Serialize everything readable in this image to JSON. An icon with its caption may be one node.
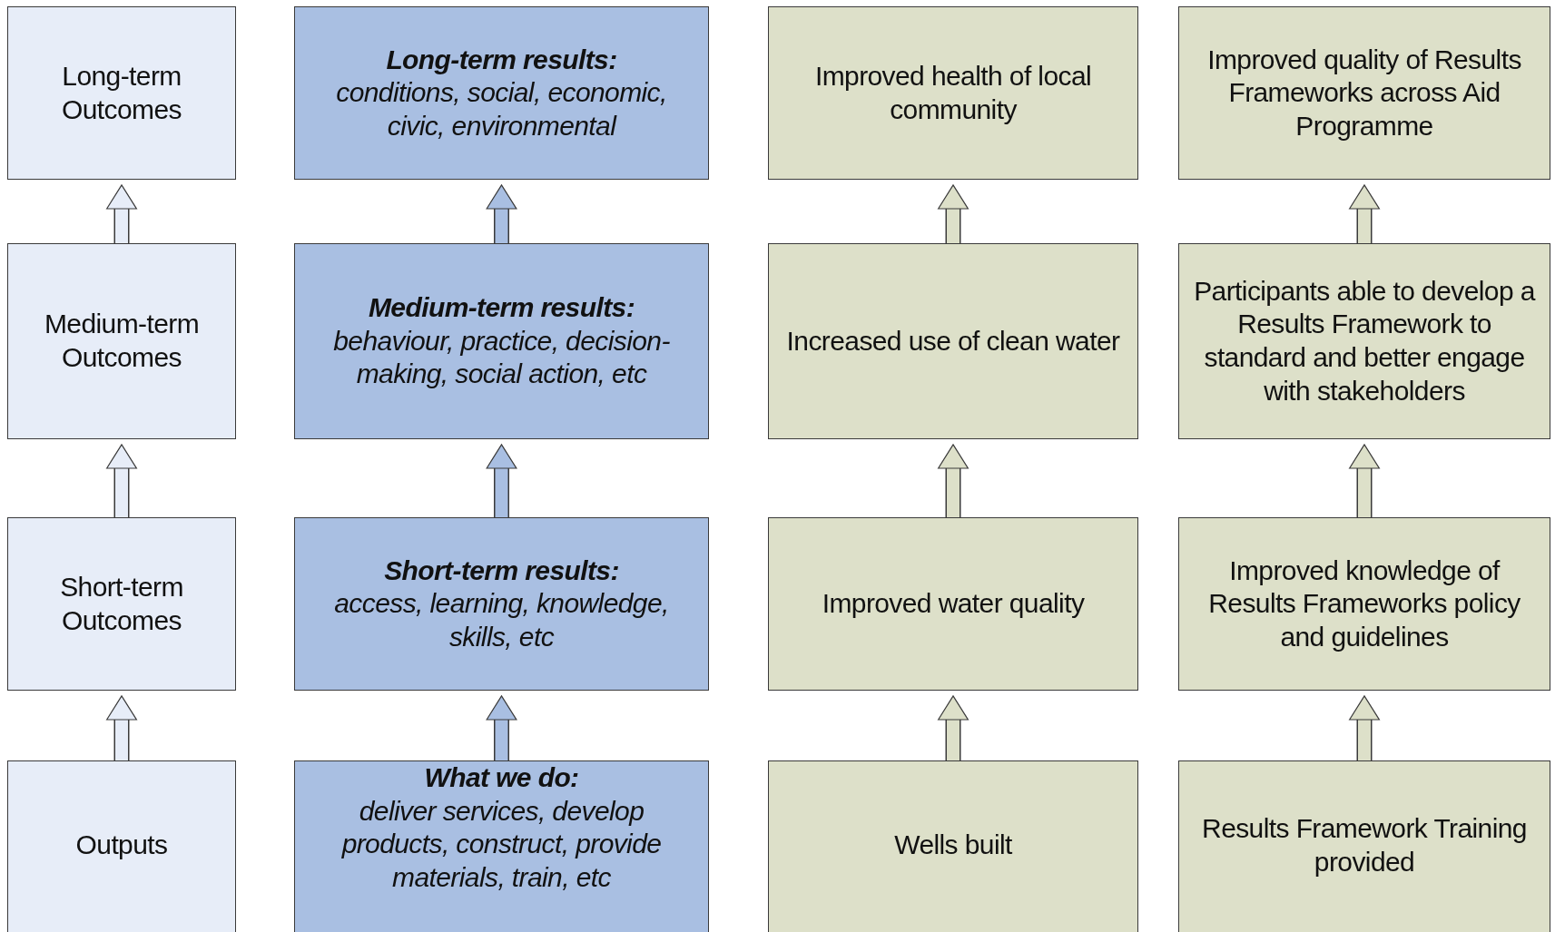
{
  "diagram": {
    "nodes": [
      {
        "text": [
          "Long-term Outcomes"
        ]
      },
      {
        "text": [
          "Long-term results:",
          "conditions, social, economic, civic, environmental"
        ]
      },
      {
        "text": [
          "Improved health of local community"
        ]
      },
      {
        "text": [
          "Improved quality of Results Frameworks across Aid Programme"
        ]
      },
      {
        "text": [
          "Medium-term Outcomes"
        ]
      },
      {
        "text": [
          "Medium-term results:",
          "behaviour, practice, decision-making, social action, etc"
        ]
      },
      {
        "text": [
          "Increased use of clean water"
        ]
      },
      {
        "text": [
          "Participants able to develop a Results Framework to standard and better engage with stakeholders"
        ]
      },
      {
        "text": [
          "Short-term Outcomes"
        ]
      },
      {
        "text": [
          "Short-term results:",
          "access, learning, knowledge, skills, etc"
        ]
      },
      {
        "text": [
          "Improved water quality"
        ]
      },
      {
        "text": [
          "Improved knowledge of Results Frameworks policy and guidelines"
        ]
      },
      {
        "text": [
          "Outputs"
        ]
      },
      {
        "text": [
          "What we do:",
          "deliver services, develop products, construct, provide materials, train, etc"
        ]
      },
      {
        "text": [
          "Wells built"
        ]
      },
      {
        "text": [
          "Results Framework Training provided"
        ]
      }
    ],
    "edges": [
      {
        "from": 4,
        "to": 0,
        "arrow": "to"
      },
      {
        "from": 5,
        "to": 1,
        "arrow": "to"
      },
      {
        "from": 6,
        "to": 2,
        "arrow": "to"
      },
      {
        "from": 7,
        "to": 3,
        "arrow": "to"
      },
      {
        "from": 8,
        "to": 4,
        "arrow": "to"
      },
      {
        "from": 9,
        "to": 5,
        "arrow": "to"
      },
      {
        "from": 10,
        "to": 6,
        "arrow": "to"
      },
      {
        "from": 11,
        "to": 7,
        "arrow": "to"
      },
      {
        "from": 12,
        "to": 8,
        "arrow": "to"
      },
      {
        "from": 13,
        "to": 9,
        "arrow": "to"
      },
      {
        "from": 14,
        "to": 10,
        "arrow": "to"
      },
      {
        "from": 15,
        "to": 11,
        "arrow": "to"
      }
    ]
  }
}
